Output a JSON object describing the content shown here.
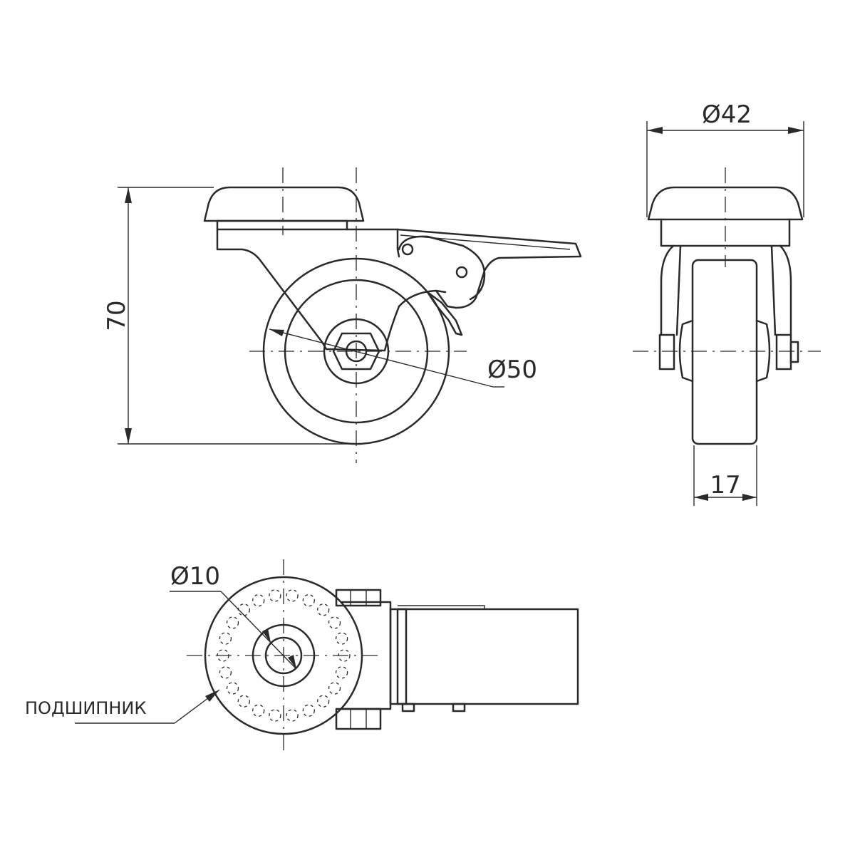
{
  "dimensions": {
    "height": "70",
    "wheel_diameter": "Ø50",
    "plate_diameter": "Ø42",
    "wheel_width": "17",
    "bolt_hole_diameter": "Ø10"
  },
  "labels": {
    "bearing": "ПОДШИПНИК"
  }
}
